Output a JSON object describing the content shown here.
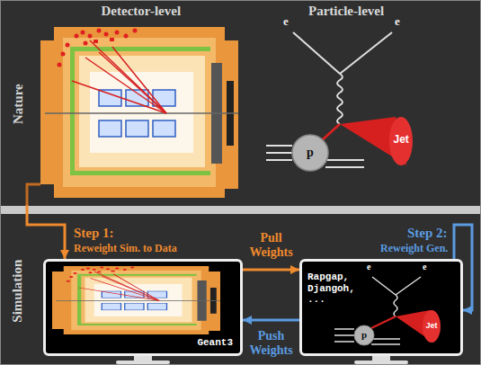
{
  "diagram": {
    "nodes": [
      {
        "text": [
          "Nature"
        ]
      },
      {
        "text": [
          "Simulation"
        ]
      },
      {
        "text": [
          "Geant3"
        ],
        "in": 1
      },
      {
        "text": [
          "Rapgap, Djangoh, ..."
        ],
        "in": 1
      }
    ],
    "edges": [
      {
        "from": 0,
        "to": 2,
        "arrow": "to"
      },
      {
        "from": 2,
        "to": 3,
        "label": "Pull Weights",
        "arrow": "to"
      },
      {
        "from": 3,
        "to": 2,
        "label": "Push Weights",
        "arrow": "to"
      },
      {
        "from": 3,
        "to": 3,
        "arrow": "to"
      }
    ],
    "labels": [
      "Detector-level",
      "Particle-level",
      "e",
      "e",
      "p",
      "Jet",
      "Step 1:",
      "Reweight Sim. to Data",
      "Step 2:",
      "Reweight Gen.",
      "e",
      "e",
      "p",
      "Jet"
    ]
  }
}
